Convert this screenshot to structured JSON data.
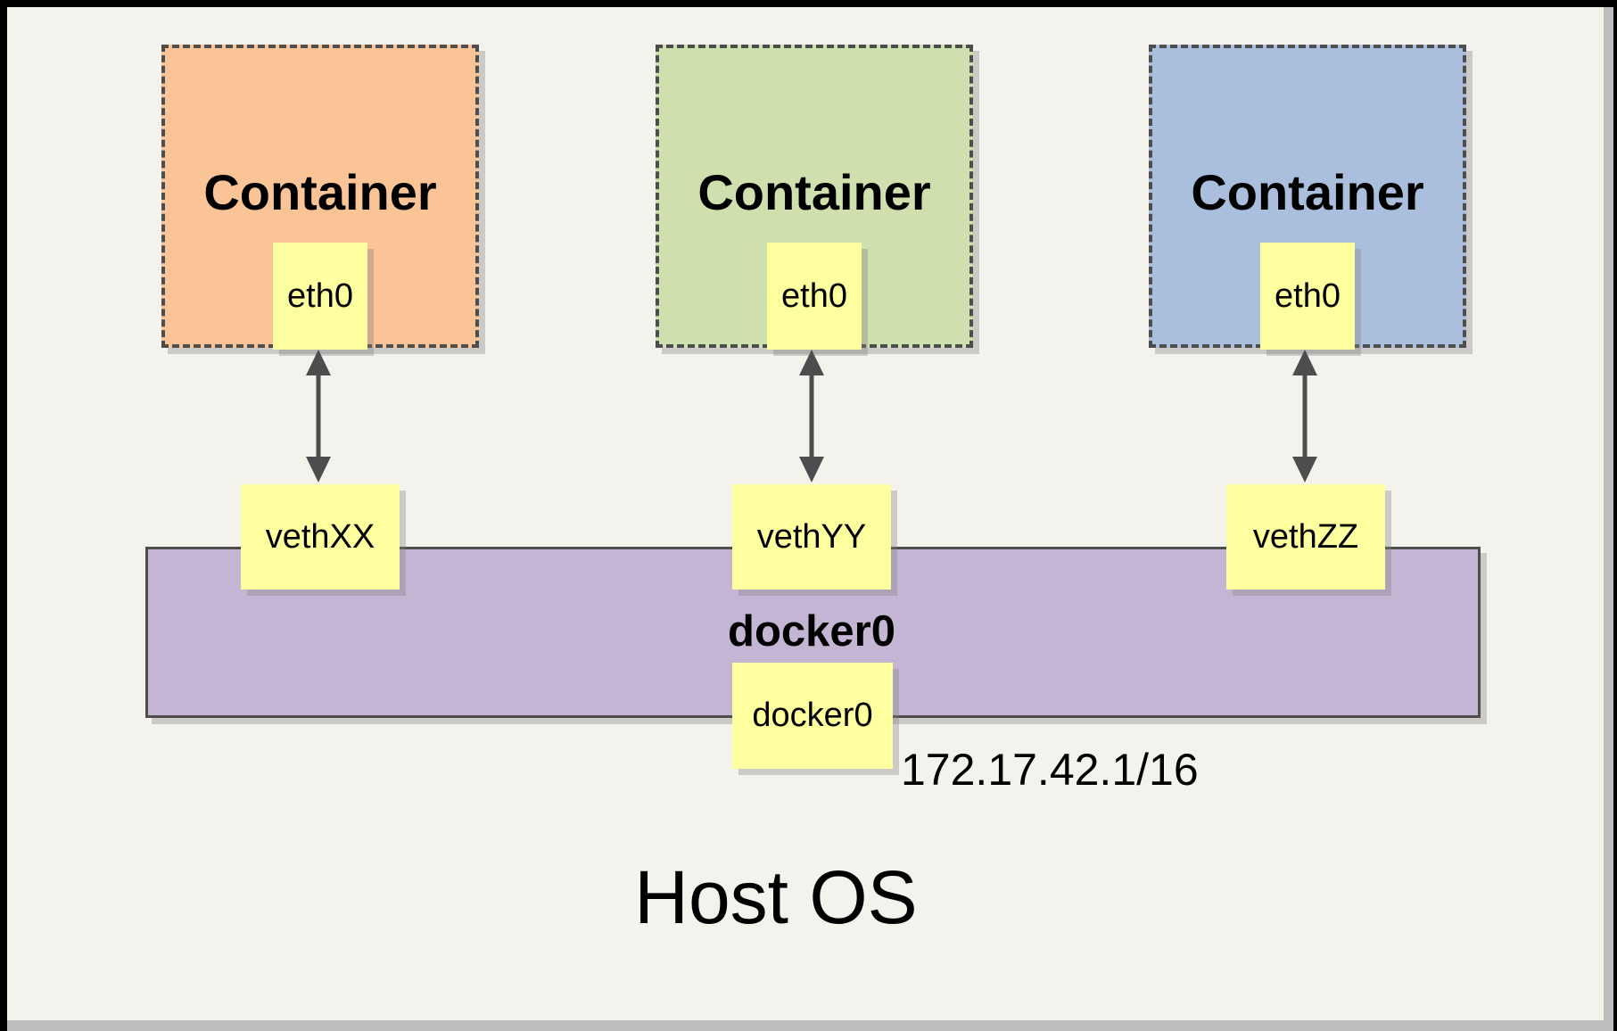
{
  "diagram": {
    "background_color": "#f4f2ec",
    "stroke_color": "#4d4d4d",
    "note_fill": "#feff9e",
    "containers": [
      {
        "label": "Container",
        "interface_label": "eth0",
        "veth_label": "vethXX",
        "fill": "#fac497"
      },
      {
        "label": "Container",
        "interface_label": "eth0",
        "veth_label": "vethYY",
        "fill": "#cfdfae"
      },
      {
        "label": "Container",
        "interface_label": "eth0",
        "veth_label": "vethZZ",
        "fill": "#aabfde"
      }
    ],
    "bridge": {
      "label": "docker0",
      "interface_label": "docker0",
      "ip_address": "172.17.42.1/16",
      "fill": "#c3b5d3"
    },
    "host_label": "Host OS"
  }
}
